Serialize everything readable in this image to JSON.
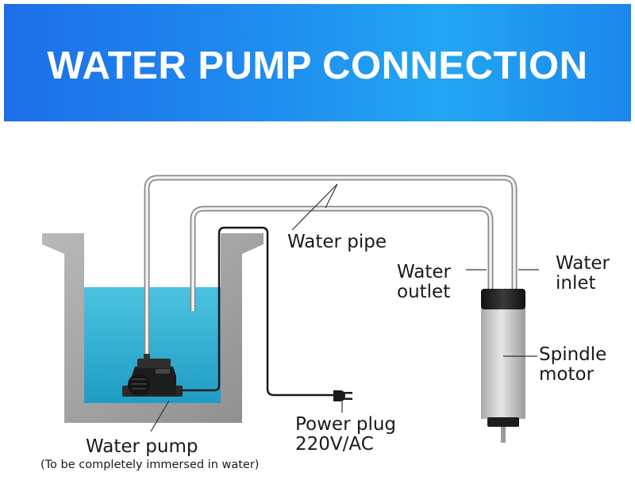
{
  "title": "WATER PUMP CONNECTION",
  "labels": {
    "water_pipe": "Water pipe",
    "water_outlet": "Water\noutlet",
    "water_inlet": "Water\ninlet",
    "spindle_motor": "Spindle\nmotor",
    "power_plug": "Power plug\n220V/AC",
    "water_pump": "Water pump",
    "pump_note": "(To be completely immersed in water)"
  },
  "colors": {
    "banner": "#1f8ff0",
    "water": "#3ab7d6",
    "tank": "#a6a6a6",
    "motor_body": "#c9c9c9",
    "motor_cap": "#262626"
  }
}
